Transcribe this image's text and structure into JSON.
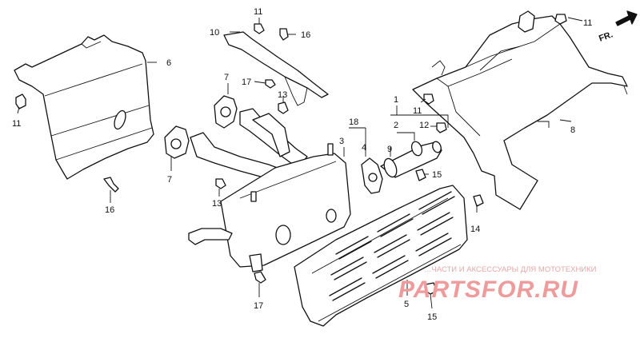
{
  "direction_label": "FR.",
  "watermark": {
    "tagline": "…ЧАСТИ И АКСЕССУАРЫ ДЛЯ МОТОТЕХНИКИ",
    "brand": "PARTSFOR.RU"
  },
  "callouts": {
    "p1": "1",
    "p2": "2",
    "p3": "3",
    "p4": "4",
    "p5": "5",
    "p6": "6",
    "p7a": "7",
    "p7b": "7",
    "p8": "8",
    "p9": "9",
    "p10": "10",
    "p11a": "11",
    "p11b": "11",
    "p11c": "11",
    "p11d": "11",
    "p12": "12",
    "p13a": "13",
    "p13b": "13",
    "p15a": "15",
    "p15b": "15",
    "p16a": "16",
    "p16b": "16",
    "p17a": "17",
    "p17b": "17",
    "p18": "18",
    "p14": "14"
  }
}
